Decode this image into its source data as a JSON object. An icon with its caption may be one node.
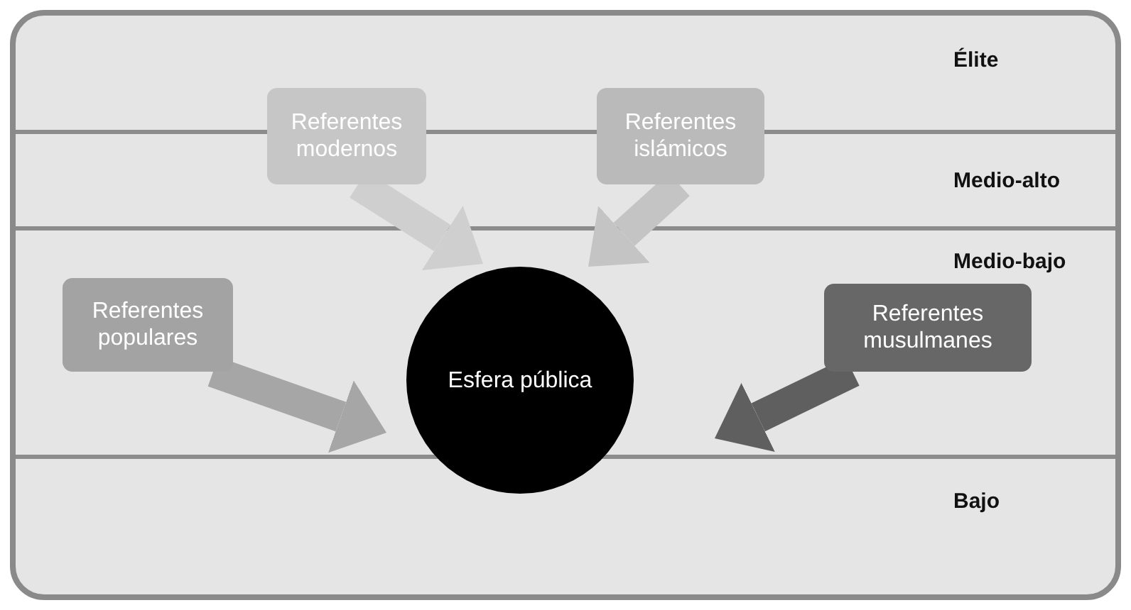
{
  "diagram": {
    "nodes": [
      {
        "text": [
          "Referentes modernos"
        ]
      },
      {
        "text": [
          "Referentes islámicos"
        ]
      },
      {
        "text": [
          "Referentes populares"
        ]
      },
      {
        "text": [
          "Referentes musulmanes"
        ]
      },
      {
        "text": [
          "Esfera pública"
        ]
      }
    ],
    "edges": [
      {
        "from": 0,
        "to": 4,
        "arrow": "to",
        "color": "#cfcfcf"
      },
      {
        "from": 1,
        "to": 4,
        "arrow": "to",
        "color": "#c4c4c4"
      },
      {
        "from": 2,
        "to": 4,
        "arrow": "to",
        "color": "#a6a6a6"
      },
      {
        "from": 3,
        "to": 4,
        "arrow": "to",
        "color": "#5f5f5f"
      }
    ],
    "labels": [
      "Élite",
      "Medio-alto",
      "Medio-bajo",
      "Bajo"
    ]
  }
}
